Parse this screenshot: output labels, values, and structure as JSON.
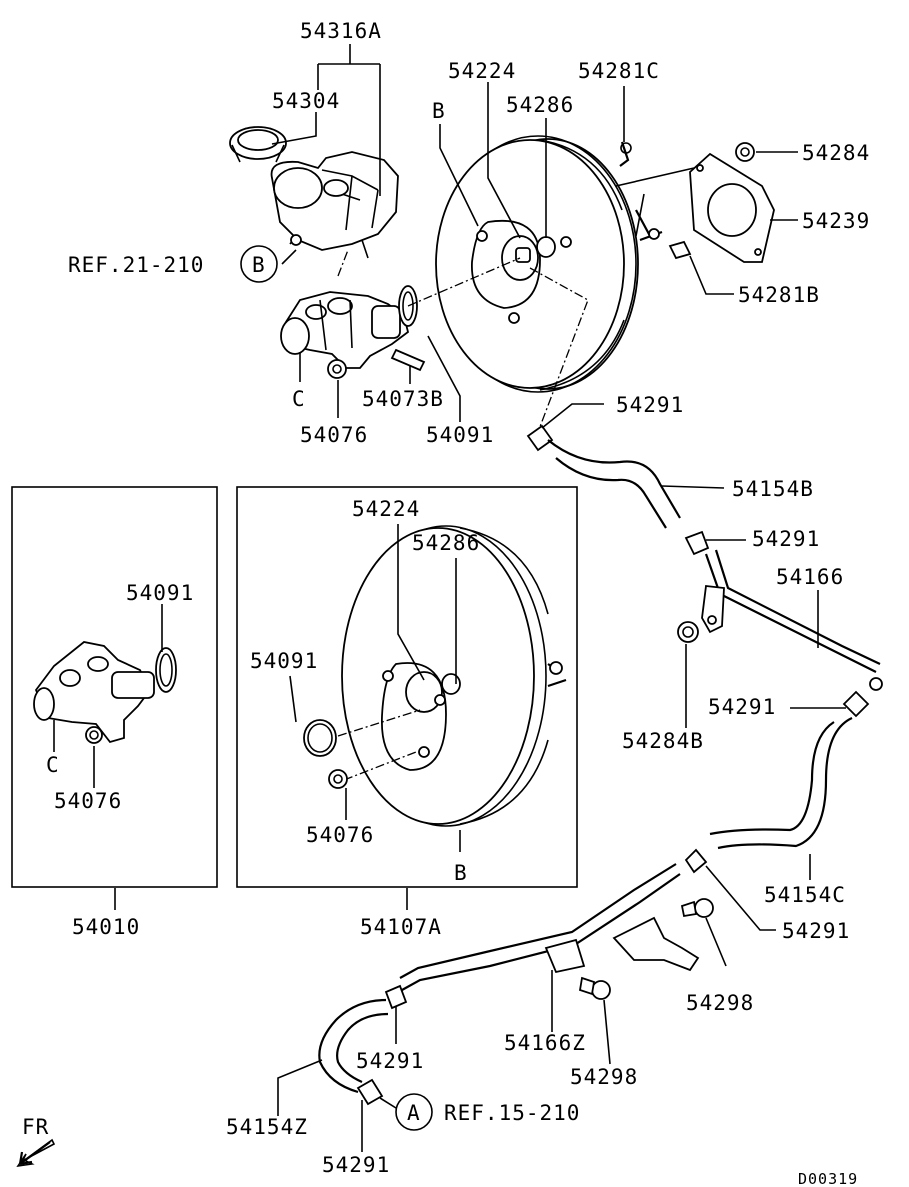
{
  "labels": {
    "p54316A": "54316A",
    "p54304": "54304",
    "ref21": "REF.21-210",
    "refB": "B",
    "c_top": "C",
    "p54073B": "54073B",
    "p54076_top": "54076",
    "p54091_top": "54091",
    "b_top": "B",
    "p54224_top": "54224",
    "p54286_top": "54286",
    "p54281C": "54281C",
    "p54284": "54284",
    "p54239": "54239",
    "p54281B": "54281B",
    "p54291_a": "54291",
    "p54154B": "54154B",
    "p54291_b": "54291",
    "p54166": "54166",
    "p54284B": "54284B",
    "p54291_c": "54291",
    "p54154C": "54154C",
    "p54291_d": "54291",
    "p54298_a": "54298",
    "p54298_b": "54298",
    "p54166Z": "54166Z",
    "p54291_e": "54291",
    "p54154Z": "54154Z",
    "p54291_f": "54291",
    "refA": "A",
    "ref15": "REF.15-210",
    "fr": "FR",
    "code": "D00319",
    "box1_54091": "54091",
    "box1_c": "C",
    "box1_54076": "54076",
    "box1_caption": "54010",
    "box2_54224": "54224",
    "box2_54286": "54286",
    "box2_54091": "54091",
    "box2_54076": "54076",
    "box2_b": "B",
    "box2_caption": "54107A"
  }
}
